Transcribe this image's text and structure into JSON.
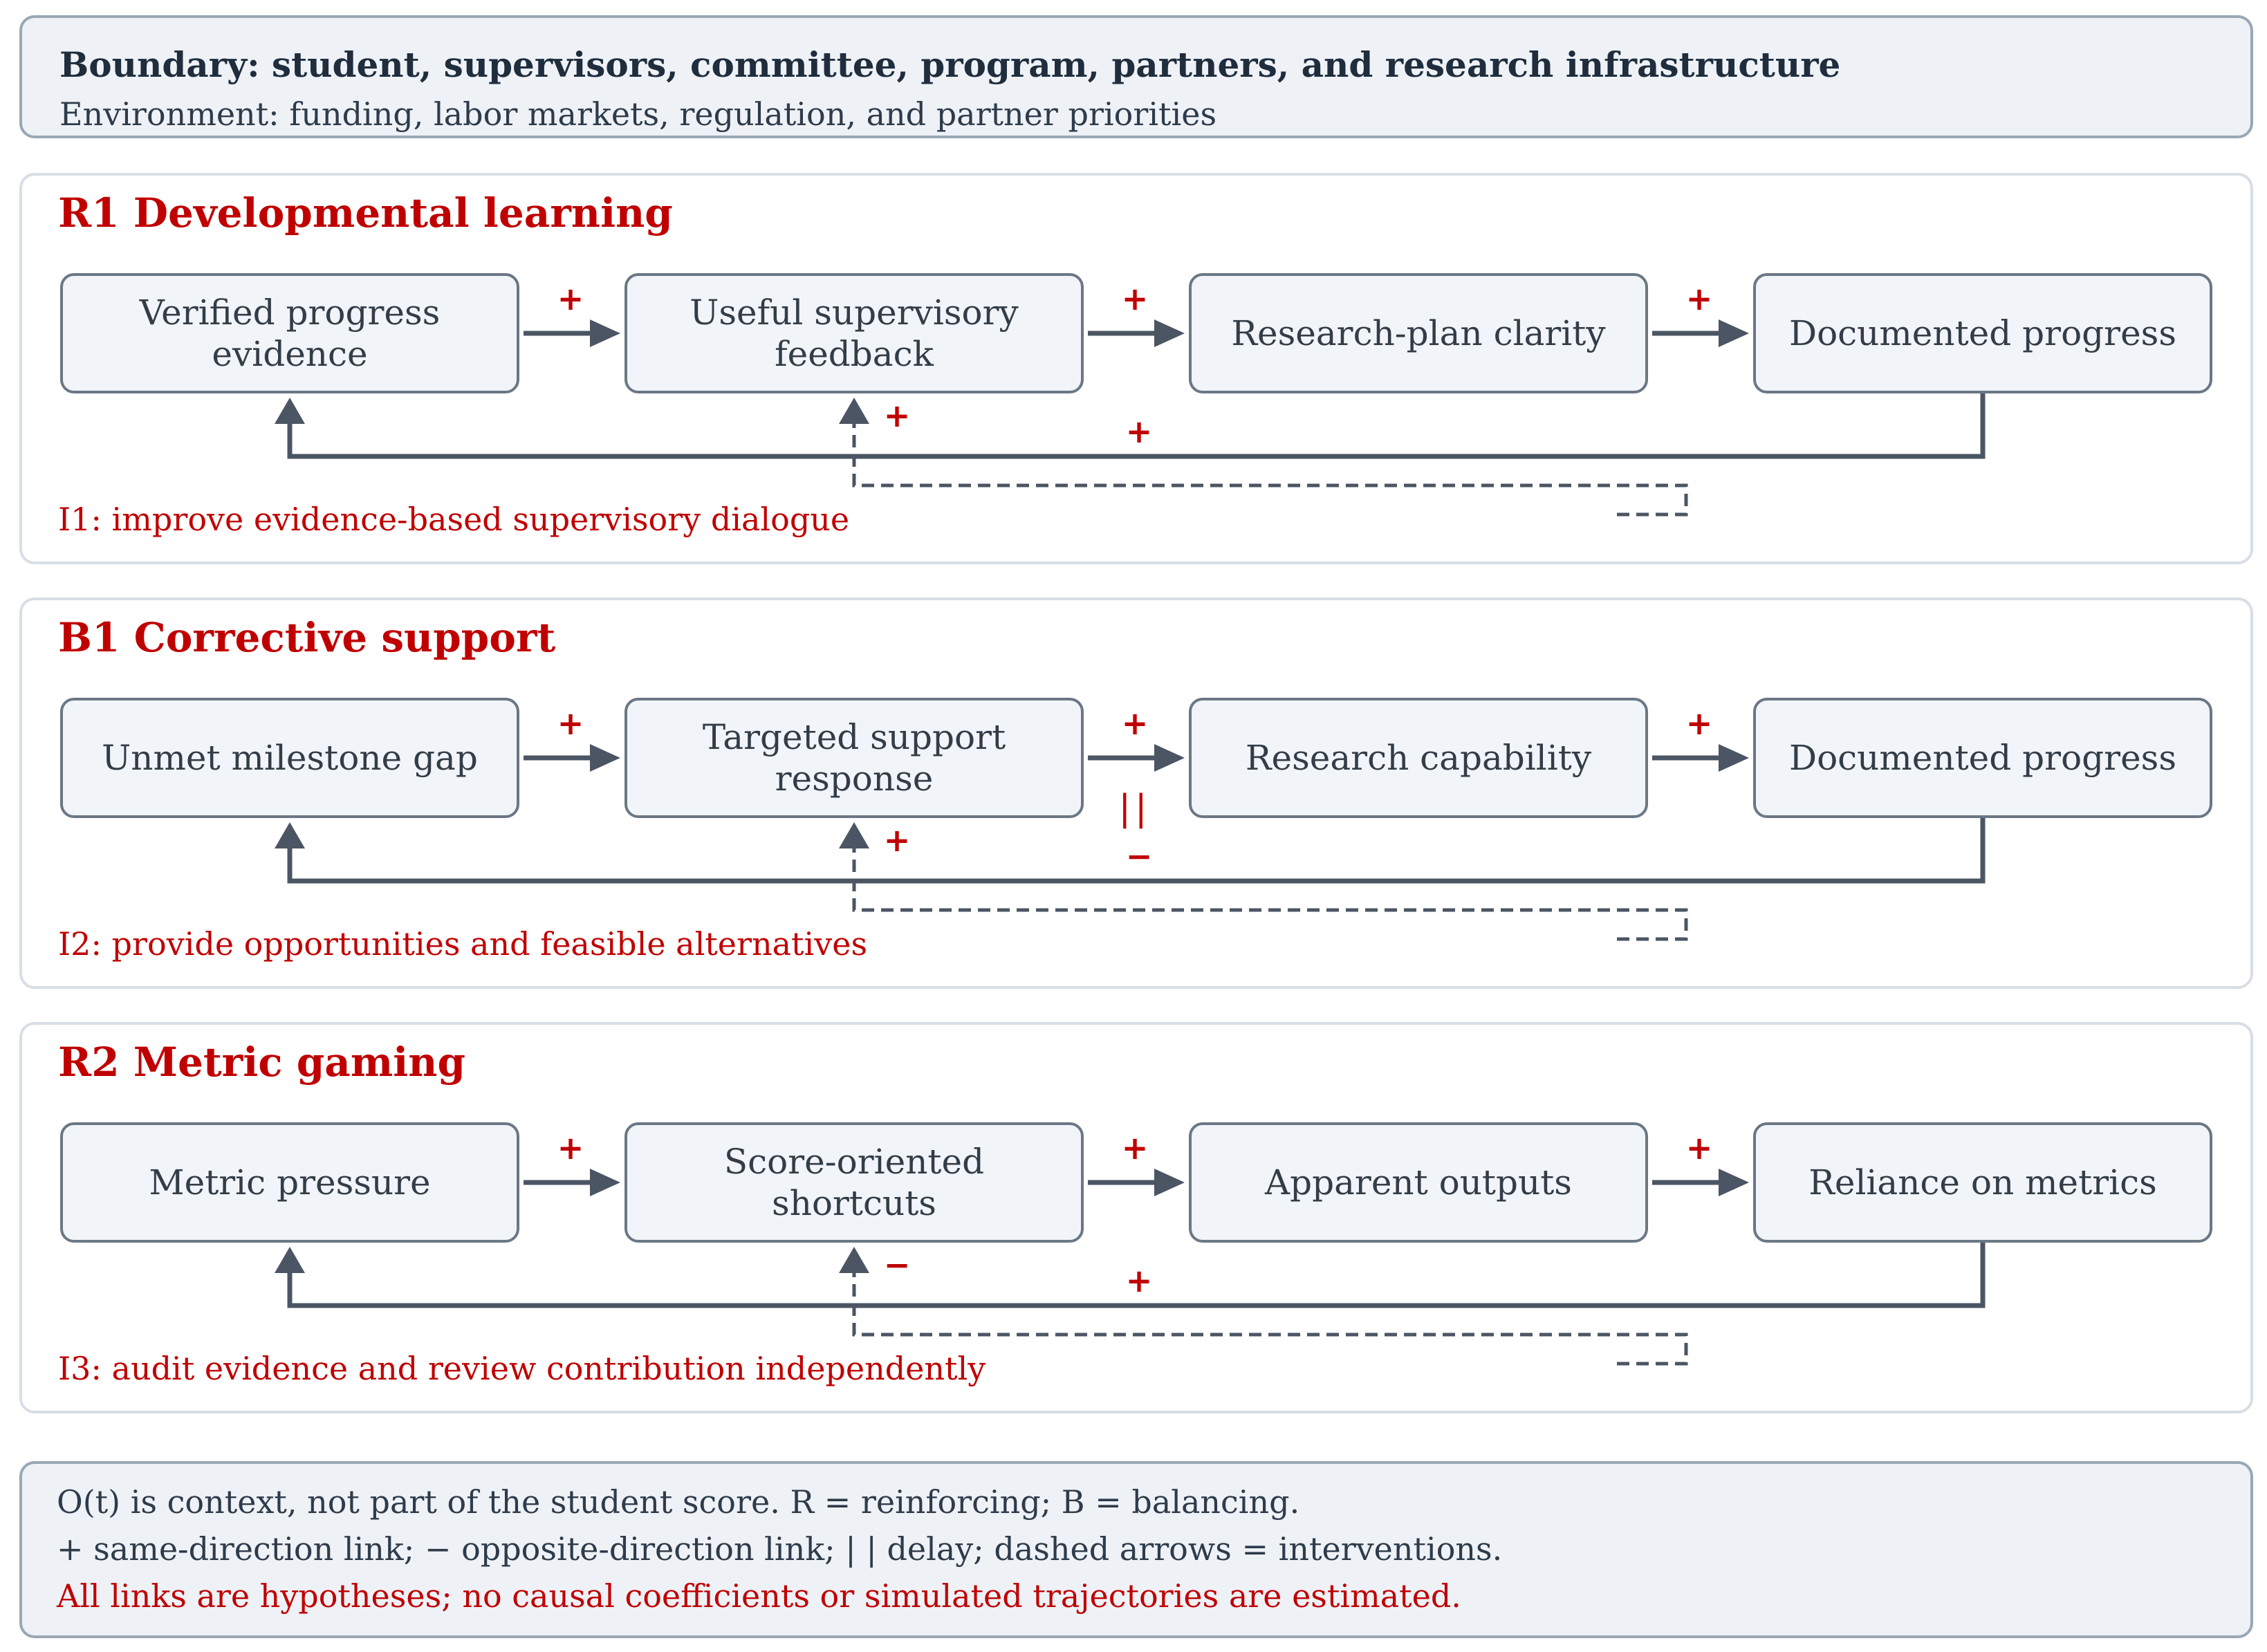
{
  "boundary": {
    "title": "Boundary: student, supervisors, committee, program, partners, and research infrastructure",
    "environment": "Environment: funding, labor markets, regulation, and partner priorities"
  },
  "loops": [
    {
      "title": "R1 Developmental learning",
      "nodes": [
        "Verified progress evidence",
        "Useful supervisory feedback",
        "Research-plan clarity",
        "Documented progress"
      ],
      "link_signs": [
        "+",
        "+",
        "+"
      ],
      "delay_on_link": -1,
      "feedback_sign": "+",
      "intervention_sign": "+",
      "intervention": "I1: improve evidence-based supervisory dialogue"
    },
    {
      "title": "B1 Corrective support",
      "nodes": [
        "Unmet milestone gap",
        "Targeted support response",
        "Research capability",
        "Documented progress"
      ],
      "link_signs": [
        "+",
        "+",
        "+"
      ],
      "delay_on_link": 1,
      "delay_symbol": "||",
      "feedback_sign": "−",
      "intervention_sign": "+",
      "intervention": "I2: provide opportunities and feasible alternatives"
    },
    {
      "title": "R2 Metric gaming",
      "nodes": [
        "Metric pressure",
        "Score-oriented shortcuts",
        "Apparent outputs",
        "Reliance on metrics"
      ],
      "link_signs": [
        "+",
        "+",
        "+"
      ],
      "delay_on_link": -1,
      "feedback_sign": "+",
      "intervention_sign": "−",
      "intervention": "I3: audit evidence and review contribution independently"
    }
  ],
  "legend": {
    "line1": "O(t) is context, not part of the student score. R = reinforcing; B = balancing.",
    "line2": "+ same-direction link; − opposite-direction link; | | delay; dashed arrows = interventions.",
    "line3": "All links are hypotheses; no causal coefficients or simulated trajectories are estimated."
  },
  "colors": {
    "accent_red": "#c00000",
    "arrow": "#4b5563",
    "node_fill": "#f1f5f9",
    "node_border": "#6b7785",
    "panel_fill": "#eef2f7"
  }
}
